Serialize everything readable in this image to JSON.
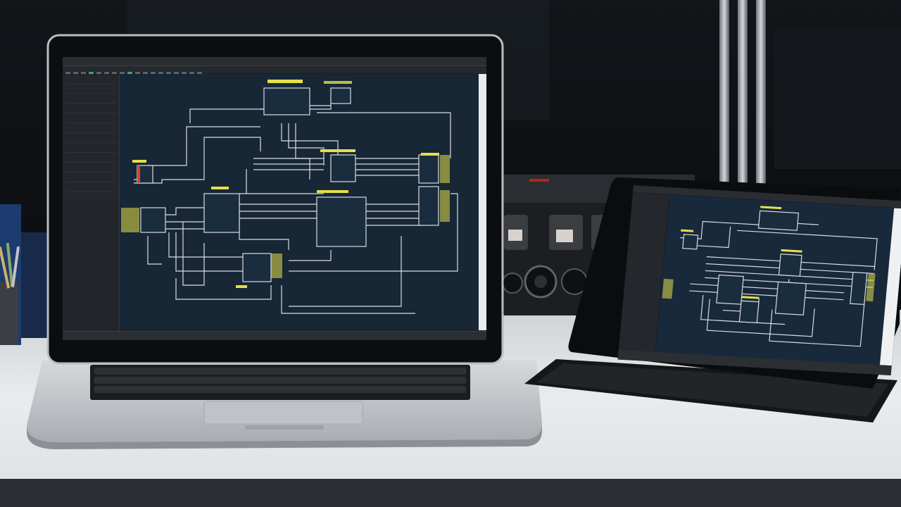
{
  "scene": {
    "objects": [
      "laptop",
      "tablet",
      "tablet-keyboard",
      "audio-interface",
      "pen-holder",
      "desk",
      "metal-pole"
    ]
  },
  "laptop_screen": {
    "app": "schematic-editor",
    "menu_items": [
      "",
      "",
      "",
      "",
      "",
      "",
      ""
    ],
    "tool_count": 18,
    "panel_rows": 12,
    "status_text": ""
  },
  "tablet_screen": {
    "app": "schematic-editor",
    "menu_items": [
      "",
      "",
      "",
      ""
    ],
    "status_text": ""
  },
  "colors": {
    "canvas": "#172736",
    "wire": "#d9dde3",
    "label": "#e6e04a",
    "desk": "#e4e6e8",
    "device_body": "#c9ccd0",
    "bezel": "#0c0d0f"
  },
  "icons": [
    "laptop-icon",
    "tablet-icon",
    "keyboard-icon",
    "audio-interface-icon",
    "pen-holder-icon"
  ]
}
